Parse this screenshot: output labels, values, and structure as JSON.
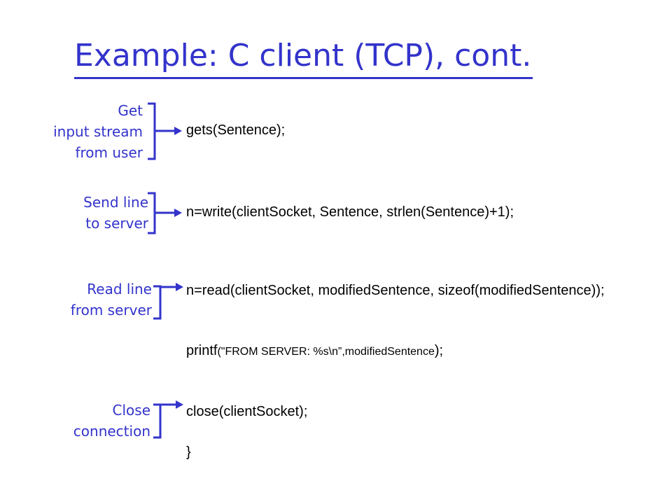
{
  "slide": {
    "title": "Example: C client (TCP), cont.",
    "accent_color": "#3333cc",
    "annotations": [
      {
        "lines": [
          "Get",
          "input stream",
          "from user"
        ]
      },
      {
        "lines": [
          "Send line",
          "to server"
        ]
      },
      {
        "lines": [
          "Read line",
          "from server"
        ]
      },
      {
        "lines": [
          "Close",
          "connection"
        ]
      }
    ],
    "code": {
      "line1": "gets(Sentence);",
      "line2": "n=write(clientSocket, Sentence, strlen(Sentence)+1);",
      "line3": "n=read(clientSocket, modifiedSentence, sizeof(modifiedSentence));",
      "line4_prefix": "printf",
      "line4_args": "(\"FROM SERVER: %s\\n”,modifiedSentence",
      "line4_suffix": ");",
      "line5": "close(clientSocket);",
      "line6": "}"
    }
  }
}
